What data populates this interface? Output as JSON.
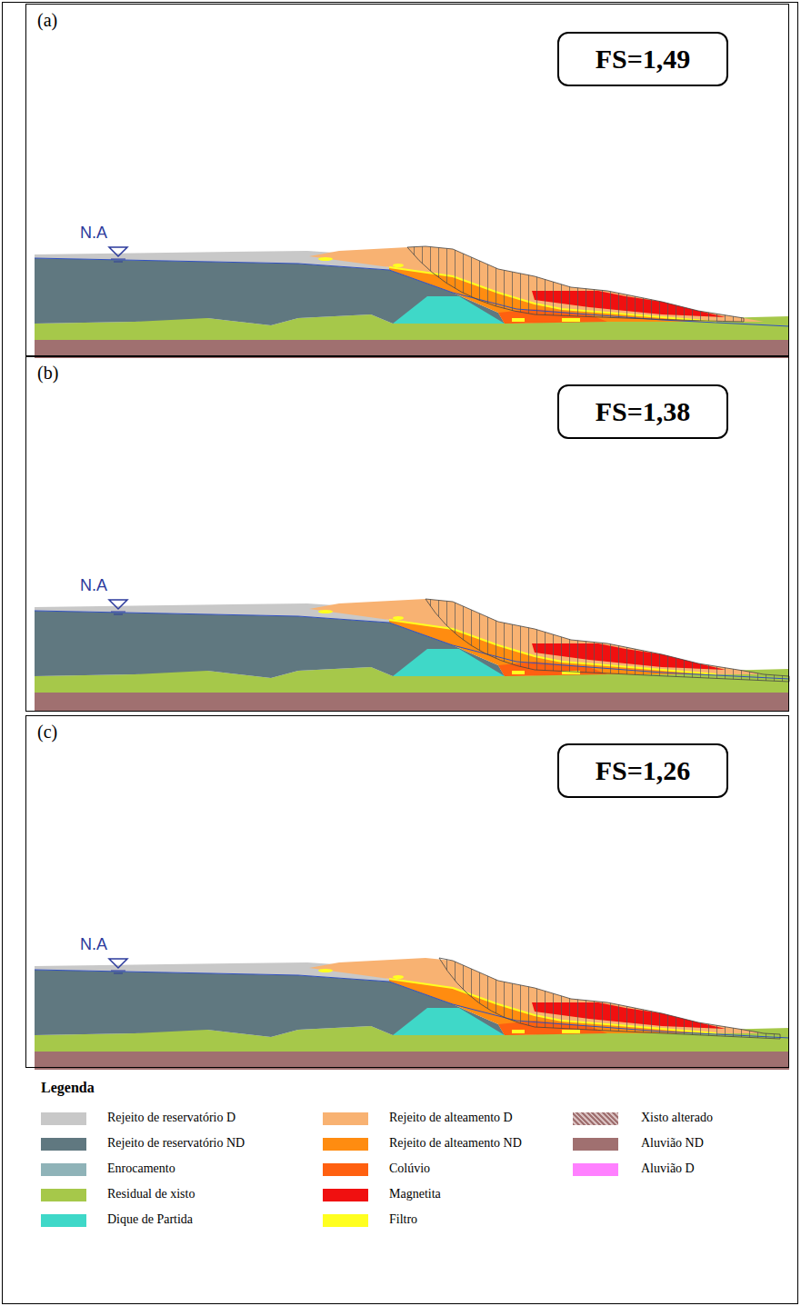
{
  "diagram": {
    "nodes": [
      {
        "text": [
          "(a)"
        ]
      },
      {
        "text": [
          "FS=1,49"
        ],
        "in": 0
      },
      {
        "text": [
          "(b)"
        ]
      },
      {
        "text": [
          "FS=1,38"
        ],
        "in": 2
      },
      {
        "text": [
          "(c)"
        ]
      },
      {
        "text": [
          "FS=1,26"
        ],
        "in": 4
      }
    ],
    "labels": [
      "N.A",
      "N.A",
      "N.A",
      "Legenda"
    ],
    "legend": [
      {
        "text": "Rejeito de reservatório D",
        "color": "#c8c8c8"
      },
      {
        "text": "Rejeito de reservatório ND",
        "color": "#607880"
      },
      {
        "text": "Enrocamento",
        "color": "#8fb3b8"
      },
      {
        "text": "Residual de xisto",
        "color": "#a6c84a"
      },
      {
        "text": "Dique de Partida",
        "color": "#3fd8c8"
      },
      {
        "text": "Rejeito de alteamento D",
        "color": "#f8b272"
      },
      {
        "text": "Rejeito de alteamento ND",
        "color": "#ff8c10"
      },
      {
        "text": "Colúvio",
        "color": "#ff6010"
      },
      {
        "text": "Magnetita",
        "color": "#f01010"
      },
      {
        "text": "Filtro",
        "color": "#ffff20"
      },
      {
        "text": "Xisto alterado"
      },
      {
        "text": "Aluvião ND",
        "color": "#a07070"
      },
      {
        "text": "Aluvião D",
        "color": "#ff80ff"
      }
    ]
  }
}
